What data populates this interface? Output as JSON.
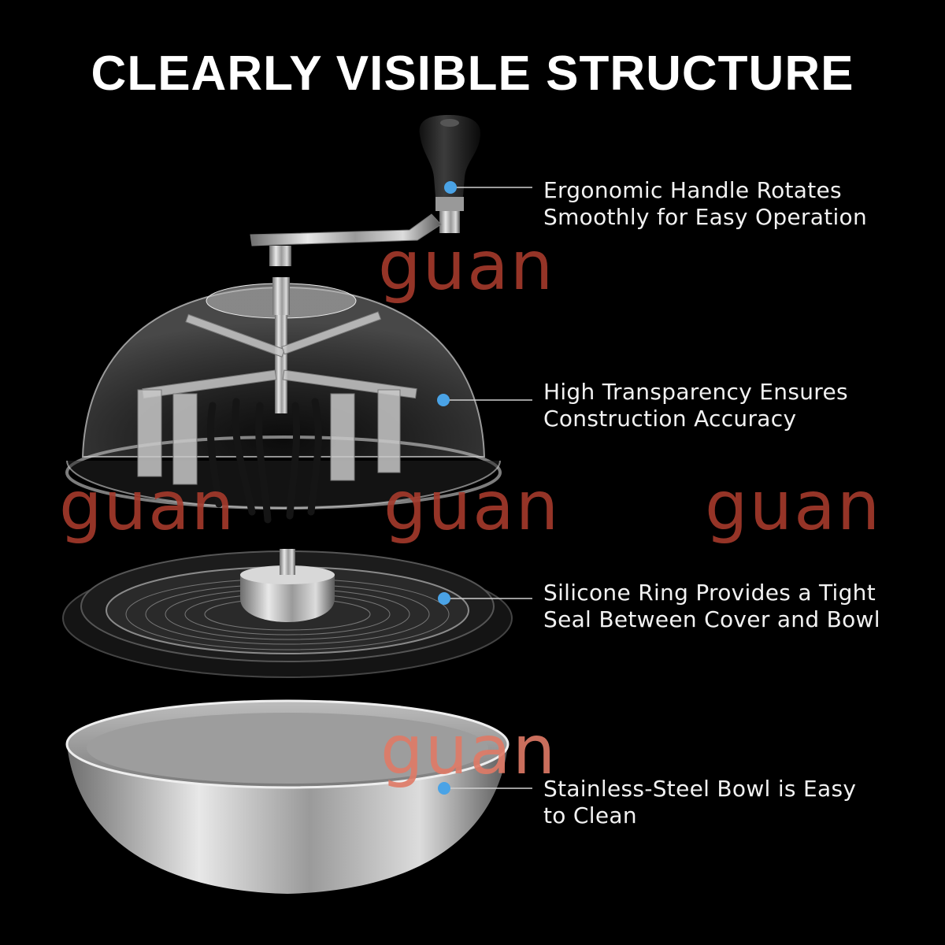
{
  "title": "CLEARLY VISIBLE STRUCTURE",
  "callouts": [
    {
      "line1": "Ergonomic Handle Rotates",
      "line2": "Smoothly for Easy Operation"
    },
    {
      "line1": "High Transparency Ensures",
      "line2": "Construction Accuracy"
    },
    {
      "line1": "Silicone Ring Provides a Tight",
      "line2": "Seal Between Cover and Bowl"
    },
    {
      "line1": "Stainless-Steel Bowl is Easy",
      "line2": "to Clean"
    }
  ],
  "watermark": "guan",
  "colors": {
    "background": "#000000",
    "dot": "#4aa3e6",
    "watermark": "#a63a2c"
  }
}
